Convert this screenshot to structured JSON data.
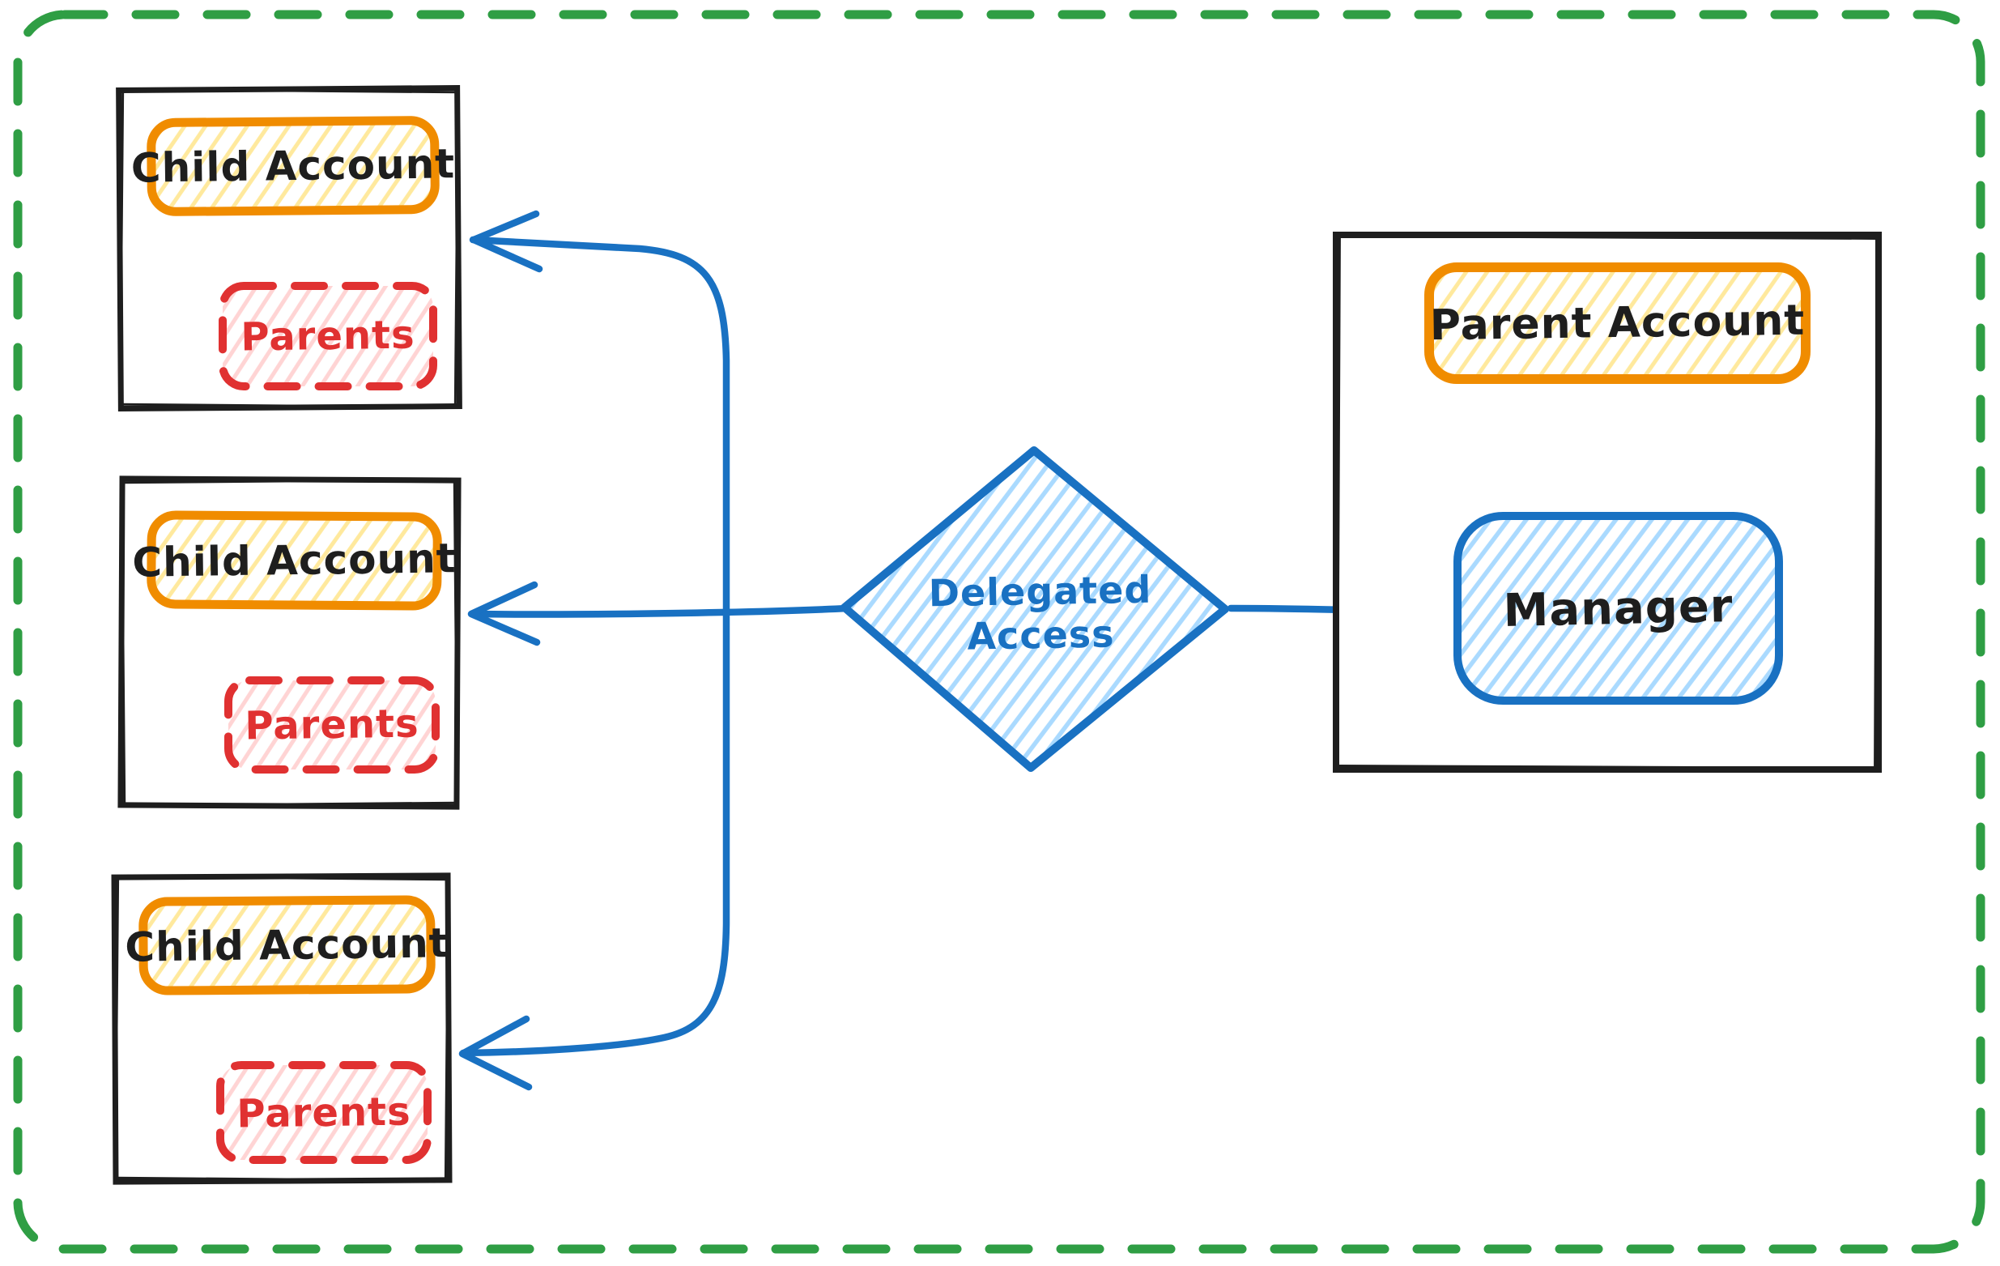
{
  "diagram": {
    "children": [
      {
        "title": "Child Account",
        "tag": "Parents"
      },
      {
        "title": "Child Account",
        "tag": "Parents"
      },
      {
        "title": "Child Account",
        "tag": "Parents"
      }
    ],
    "parent": {
      "title": "Parent Account",
      "manager": "Manager"
    },
    "decision": {
      "line1": "Delegated",
      "line2": "Access"
    },
    "colors": {
      "frame_green": "#2f9e44",
      "connector_blue": "#1971c2",
      "blue_fill": "#a5d8ff",
      "orange": "#f08c00",
      "yellow_fill": "#ffd43b",
      "red": "#e03131",
      "pink_fill": "#ffc9c9",
      "ink": "#1e1e1e"
    }
  }
}
